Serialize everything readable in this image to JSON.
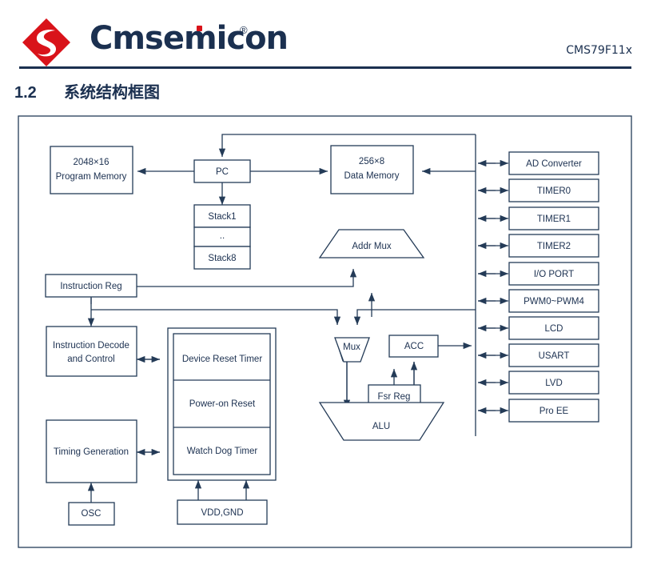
{
  "header": {
    "logo_text": "Cmsemicon",
    "logo_registered": "®",
    "part_number": "CMS79F11x"
  },
  "section": {
    "number": "1.2",
    "title": "系统结构框图"
  },
  "colors": {
    "ink": "#1b3050",
    "logo_red": "#d9131a",
    "line": "#243b57",
    "background": "#ffffff"
  },
  "diagram": {
    "blocks": {
      "program_memory_l1": "2048×16",
      "program_memory_l2": "Program Memory",
      "pc": "PC",
      "stack1": "Stack1",
      "stack_mid": "..",
      "stack8": "Stack8",
      "data_memory_l1": "256×8",
      "data_memory_l2": "Data Memory",
      "addr_mux": "Addr Mux",
      "fsr_reg": "Fsr Reg",
      "instruction_reg": "Instruction Reg",
      "instruction_decode_l1": "Instruction Decode",
      "instruction_decode_l2": "and Control",
      "timing_generation": "Timing Generation",
      "device_reset_timer": "Device Reset Timer",
      "power_on_reset": "Power-on Reset",
      "watch_dog_timer": "Watch Dog Timer",
      "osc": "OSC",
      "vdd_gnd": "VDD,GND",
      "mux": "Mux",
      "acc": "ACC",
      "alu": "ALU"
    },
    "peripherals": [
      "AD Converter",
      "TIMER0",
      "TIMER1",
      "TIMER2",
      "I/O PORT",
      "PWM0~PWM4",
      "LCD",
      "USART",
      "LVD",
      "Pro EE"
    ]
  }
}
